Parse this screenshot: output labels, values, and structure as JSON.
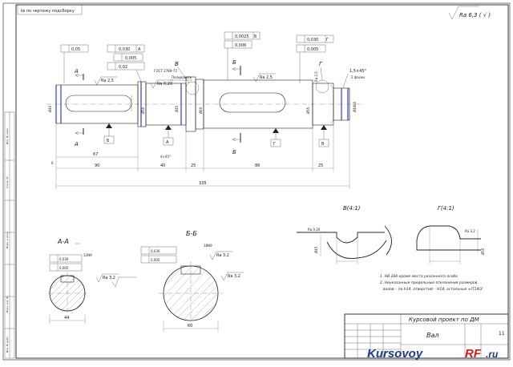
{
  "stamp_top": "№ по чертежу подсборку",
  "roughness_general": "Ra 6,3 ( √ )",
  "tolerances": {
    "t1": "0,05",
    "t2": "0,030",
    "t3": "0,005",
    "t4": "0,02",
    "t5": "0,0025",
    "t6": "0,006",
    "t7": "0,030",
    "t8": "0,005"
  },
  "datums": {
    "a": "A",
    "b": "Б",
    "v": "В",
    "g": "Г"
  },
  "letters": {
    "a": "А",
    "b": "Б",
    "v": "В",
    "g": "Г"
  },
  "roughness_labels": {
    "r1": "Ra 2,5",
    "r2": "Ra 0,20",
    "r3": "Ra 2,5",
    "r4": "Ra 2,5",
    "r5": "Ra 3,2",
    "r6": "Ra 3,2"
  },
  "notes_top": {
    "n1": "ГОСТ 2789-73",
    "n2": "Полировать",
    "n3": "1,5×45°",
    "n4": "2 фаски"
  },
  "dims": {
    "d1": "67",
    "d2": "90",
    "d3": "40",
    "d4": "25",
    "d5": "86",
    "d6": "25",
    "d7": "335",
    "d8": "4×45°",
    "d9": "6",
    "d10": "Ø40",
    "d11": "Ø50",
    "d12": "Ø60",
    "d13": "Ø45",
    "d14": "Ø55",
    "d15": "Ø40k6"
  },
  "sections": {
    "aa": "А-А",
    "bb": "Б-Б",
    "v_detail": "В(4:1)",
    "g_detail": "Г(4:1)",
    "aa_width": "44",
    "bb_width": "60",
    "aa_key": "12N9",
    "bb_key": "18N9"
  },
  "notes": {
    "line1": "1. НВ 200 кроме места указанного особо",
    "line2": "2. Неуказанные предельные отклонения размеров",
    "line3": "валов – по h14, отверстий – H14, остальные ±IT14/2"
  },
  "title_block": {
    "project": "Курсовой проект по ДМ",
    "part": "Вал",
    "sheet": "11"
  },
  "watermark": {
    "part1": "Kursovoy",
    "part2": "RF",
    "part3": ".ru"
  }
}
